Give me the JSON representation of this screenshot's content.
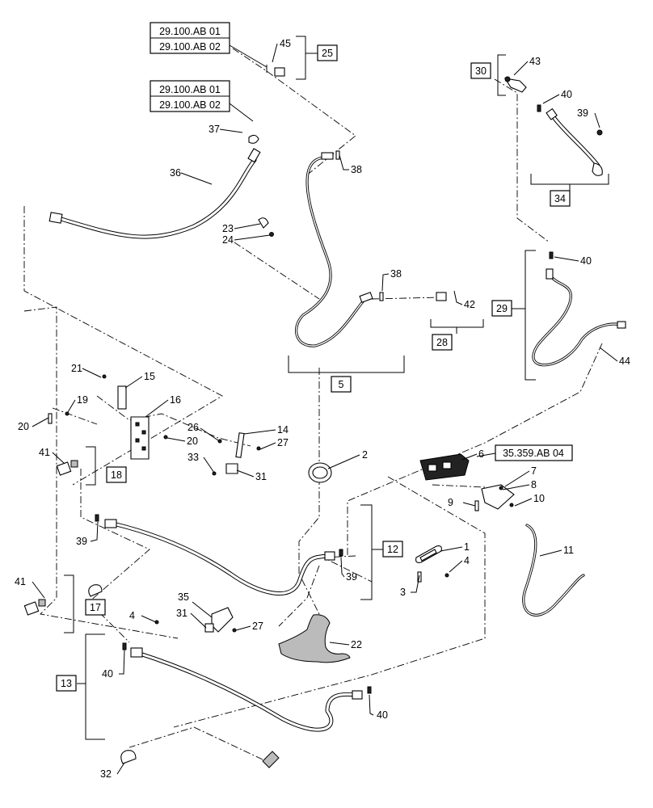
{
  "callouts": {
    "c1": "1",
    "c2": "2",
    "c3": "3",
    "c4a": "4",
    "c4b": "4",
    "c5": "5",
    "c6": "6",
    "c7": "7",
    "c8": "8",
    "c9": "9",
    "c10": "10",
    "c11": "11",
    "c12": "12",
    "c13": "13",
    "c14": "14",
    "c15": "15",
    "c16": "16",
    "c17": "17",
    "c18": "18",
    "c19": "19",
    "c20a": "20",
    "c20b": "20",
    "c21": "21",
    "c22": "22",
    "c23": "23",
    "c24": "24",
    "c25": "25",
    "c26": "26",
    "c27a": "27",
    "c27b": "27",
    "c28": "28",
    "c29": "29",
    "c30": "30",
    "c31a": "31",
    "c31b": "31",
    "c32": "32",
    "c33": "33",
    "c34": "34",
    "c35": "35",
    "c36": "36",
    "c37": "37",
    "c38a": "38",
    "c38b": "38",
    "c39a": "39",
    "c39b": "39",
    "c39c": "39",
    "c40a": "40",
    "c40b": "40",
    "c40c": "40",
    "c40d": "40",
    "c41a": "41",
    "c41b": "41",
    "c42": "42",
    "c43": "43",
    "c44": "44",
    "c45": "45"
  },
  "references": {
    "ref_top_1": "29.100.AB 01",
    "ref_top_2": "29.100.AB 02",
    "ref_mid_1": "29.100.AB 01",
    "ref_mid_2": "29.100.AB 02",
    "ref_valve": "35.359.AB 04"
  }
}
